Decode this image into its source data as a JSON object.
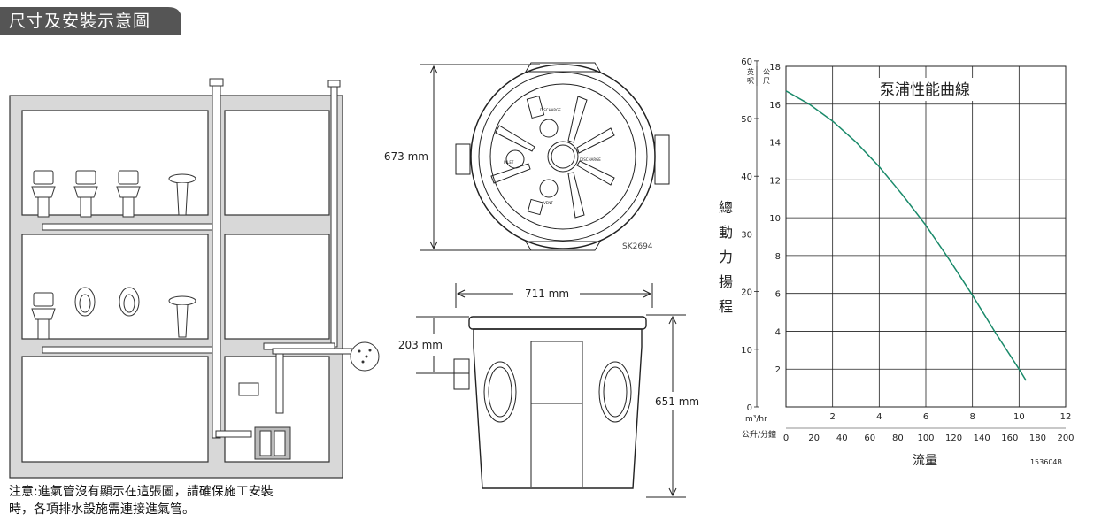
{
  "title": "尺寸及安裝示意圖",
  "note": {
    "line1": "注意:進氣管沒有顯示在這張圖，請確保施工安裝",
    "line2": "時，各項排水設施需連接進氣管。"
  },
  "top_view": {
    "dimension": "673 mm",
    "code": "SK2694",
    "inlet_label": "INLET",
    "vent_label": "VENT"
  },
  "side_view": {
    "width_dimension": "711 mm",
    "top_dimension": "203 mm",
    "height_dimension": "651 mm"
  },
  "chart": {
    "title": "泵浦性能曲線",
    "unit_feet": "英呎",
    "unit_meters": "公尺",
    "y_axis_label": [
      "總",
      "動",
      "力",
      "揚",
      "程"
    ],
    "x_axis_label": "流量",
    "x_unit_m3": "m³/hr",
    "x_unit_lpm": "公升/分鐘",
    "code": "153604B",
    "color": "#1a8a6a"
  },
  "chart_data": {
    "type": "line",
    "title": "泵浦性能曲線",
    "xlabel": "流量",
    "ylabel": "總動力揚程",
    "x_m3hr_ticks": [
      "2",
      "4",
      "6",
      "8",
      "10",
      "12"
    ],
    "x_lpm_ticks": [
      "0",
      "20",
      "40",
      "60",
      "80",
      "100",
      "120",
      "140",
      "160",
      "180",
      "200"
    ],
    "y_m_ticks": [
      "2",
      "4",
      "6",
      "8",
      "10",
      "12",
      "14",
      "16",
      "18"
    ],
    "y_ft_ticks": [
      "0",
      "10",
      "20",
      "30",
      "40",
      "50",
      "60"
    ],
    "xlim": [
      0,
      12
    ],
    "ylim": [
      0,
      18
    ],
    "grid": true,
    "series": [
      {
        "x": [
          0,
          1,
          2,
          3,
          4,
          5,
          6,
          7,
          8,
          9,
          10,
          10.3
        ],
        "y": [
          16.7,
          16.0,
          15.1,
          14.0,
          12.7,
          11.2,
          9.6,
          7.8,
          5.9,
          3.9,
          2.0,
          1.4
        ]
      }
    ]
  }
}
